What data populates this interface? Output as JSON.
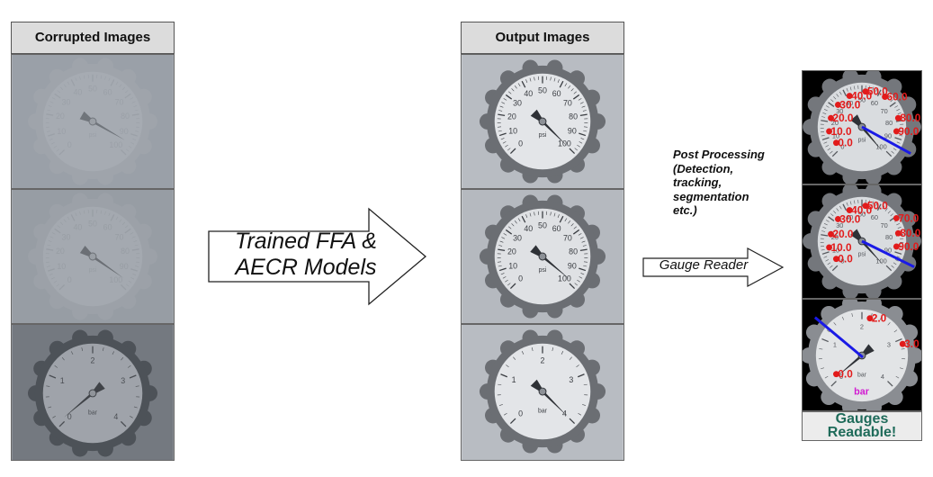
{
  "columns": {
    "corrupted_title": "Corrupted Images",
    "output_title": "Output Images"
  },
  "model_arrow": {
    "line1": "Trained FFA &",
    "line2": "AECR Models"
  },
  "post_processing": {
    "line1": "Post Processing",
    "line2": "(Detection,",
    "line3": "tracking,",
    "line4": "segmentation",
    "line5": "etc.)"
  },
  "reader_arrow": {
    "label": "Gauge Reader"
  },
  "result": {
    "line1": "Gauges",
    "line2": "Readable!"
  },
  "gauge_psi": {
    "unit": "psi",
    "ticks": [
      "0",
      "10",
      "20",
      "30",
      "40",
      "50",
      "60",
      "70",
      "80",
      "90",
      "100"
    ]
  },
  "gauge_bar": {
    "unit": "bar",
    "ticks": [
      "0",
      "1",
      "2",
      "3",
      "4"
    ]
  },
  "detections_1": [
    "0.0",
    "10.0",
    "20.0",
    "30.0",
    "40.0",
    "50.0",
    "60.0",
    "80.0",
    "90.0"
  ],
  "detections_2": [
    "0.0",
    "10.0",
    "20.0",
    "30.0",
    "40.0",
    "50.0",
    "70.0",
    "80.0",
    "90.0"
  ],
  "detections_3": [
    "0.0",
    "2.0",
    "3.0"
  ],
  "detections_3_unit": "bar",
  "colors": {
    "header_bg": "#dcdcdc",
    "detection_red": "#e21b1b",
    "needle_blue": "#1a1ae6",
    "unit_magenta": "#d11ad1",
    "readable_text": "#1f6b5a"
  }
}
